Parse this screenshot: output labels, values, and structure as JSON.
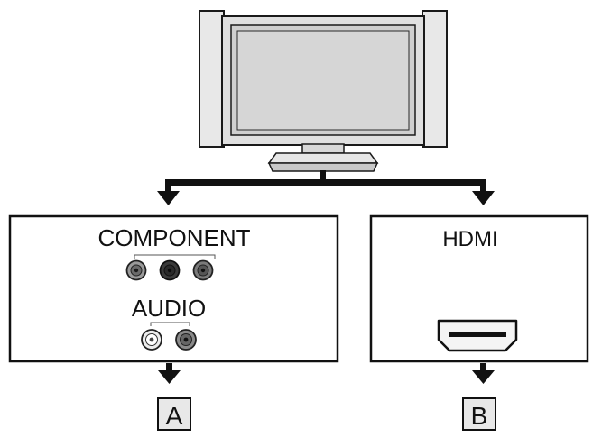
{
  "left_panel": {
    "component_label": "COMPONENT",
    "audio_label": "AUDIO",
    "output_letter": "A"
  },
  "right_panel": {
    "hdmi_label": "HDMI",
    "output_letter": "B"
  },
  "icons": {
    "tv": "tv-icon",
    "component_jacks": "rca-jack-icon",
    "audio_jacks": "rca-jack-icon",
    "hdmi_port": "hdmi-port-icon"
  },
  "colors": {
    "line": "#111111",
    "tv_body": "#e2e2e2",
    "tv_screen": "#d4d4d4",
    "jack_dark": "#3a3a3a",
    "jack_mid": "#8a8a8a",
    "jack_light": "#e6e6e6"
  }
}
